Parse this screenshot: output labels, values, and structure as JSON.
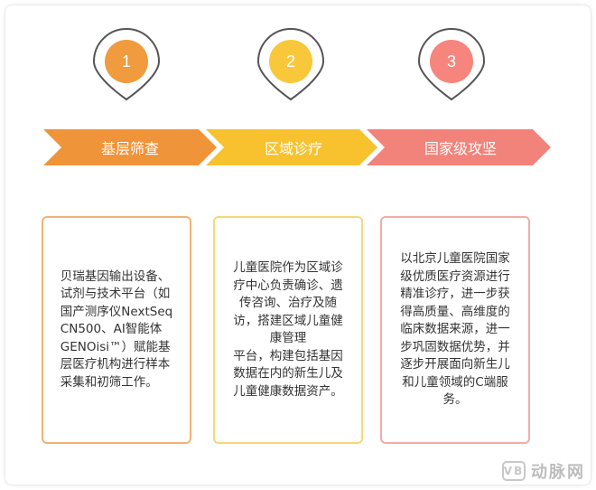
{
  "stages": [
    {
      "number": "1",
      "label": "基层筛查",
      "color": "#f0943a",
      "pin_color": "#ef9b3e",
      "card_border": "#f2b276",
      "text": "贝瑞基因输出设备、\n试剂与技术平台（如\n国产测序仪NextSeq\nCN500、AI智能体\nGENOisi™）赋能基\n层医疗机构进行样本\n采集和初筛工作。"
    },
    {
      "number": "2",
      "label": "区域诊疗",
      "color": "#f7c22e",
      "pin_color": "#f9c73a",
      "card_border": "#f8d77a",
      "text": "儿童医院作为区域诊\n疗中心负责确诊、遗\n传咨询、治疗及随\n访，搭建区域儿童健\n康管理\n平台，构建包括基因\n数据在内的新生儿及\n儿童健康数据资产。"
    },
    {
      "number": "3",
      "label": "国家级攻坚",
      "color": "#f2837a",
      "pin_color": "#f5857d",
      "card_border": "#f4aca6",
      "text": "以北京儿童医院国家\n级优质医疗资源进行\n精准诊疗，进一步获\n得高质量、高维度的\n临床数据来源，进一\n步巩固数据优势，并\n逐步开展面向新生儿\n和儿童领域的C端服\n务。"
    }
  ],
  "watermark": {
    "logo": "VB",
    "text": "动脉网"
  }
}
